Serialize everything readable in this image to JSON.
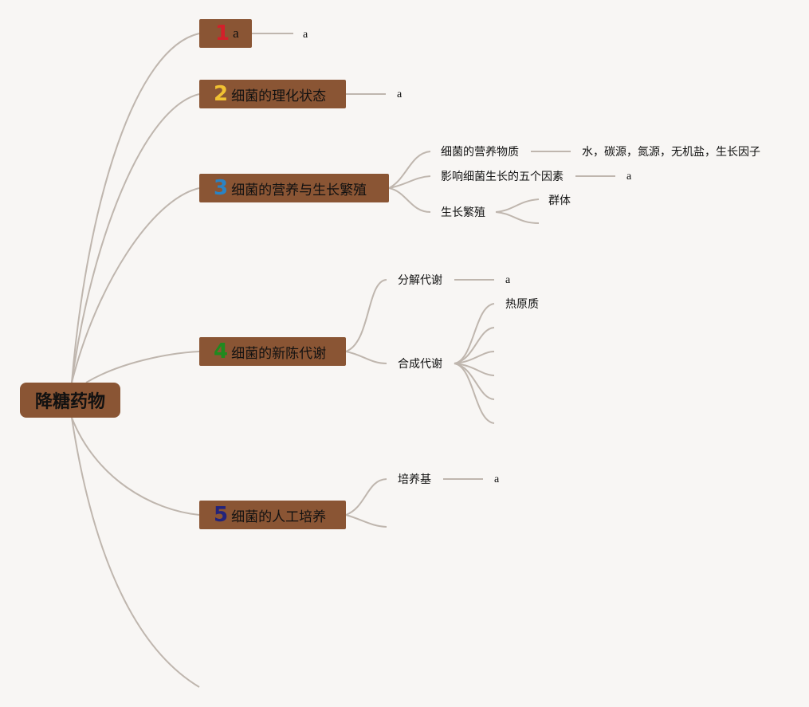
{
  "root": {
    "title": "降糖药物"
  },
  "topics": [
    {
      "num": "1",
      "num_color": "#d3202a",
      "title": "a",
      "leaf": "a"
    },
    {
      "num": "2",
      "num_color": "#f1c232",
      "title": "细菌的理化状态",
      "leaf": "a"
    },
    {
      "num": "3",
      "num_color": "#2a83c4",
      "title": "细菌的营养与生长繁殖",
      "children": [
        {
          "title": "细菌的营养物质",
          "leaf": "水，碳源，氮源，无机盐，生长因子"
        },
        {
          "title": "影响细菌生长的五个因素",
          "leaf": "a"
        },
        {
          "title": "生长繁殖",
          "leaf": "群体"
        }
      ]
    },
    {
      "num": "4",
      "num_color": "#1f8a1f",
      "title": "细菌的新陈代谢",
      "children": [
        {
          "title": "分解代谢",
          "leaf": "a"
        },
        {
          "title": "合成代谢",
          "leaf": "热原质"
        }
      ]
    },
    {
      "num": "5",
      "num_color": "#23237a",
      "title": "细菌的人工培养",
      "children": [
        {
          "title": "培养基",
          "leaf": "a"
        }
      ]
    }
  ],
  "colors": {
    "node": "#8a5534",
    "line": "#bfb6ae",
    "background": "#f8f6f4"
  }
}
